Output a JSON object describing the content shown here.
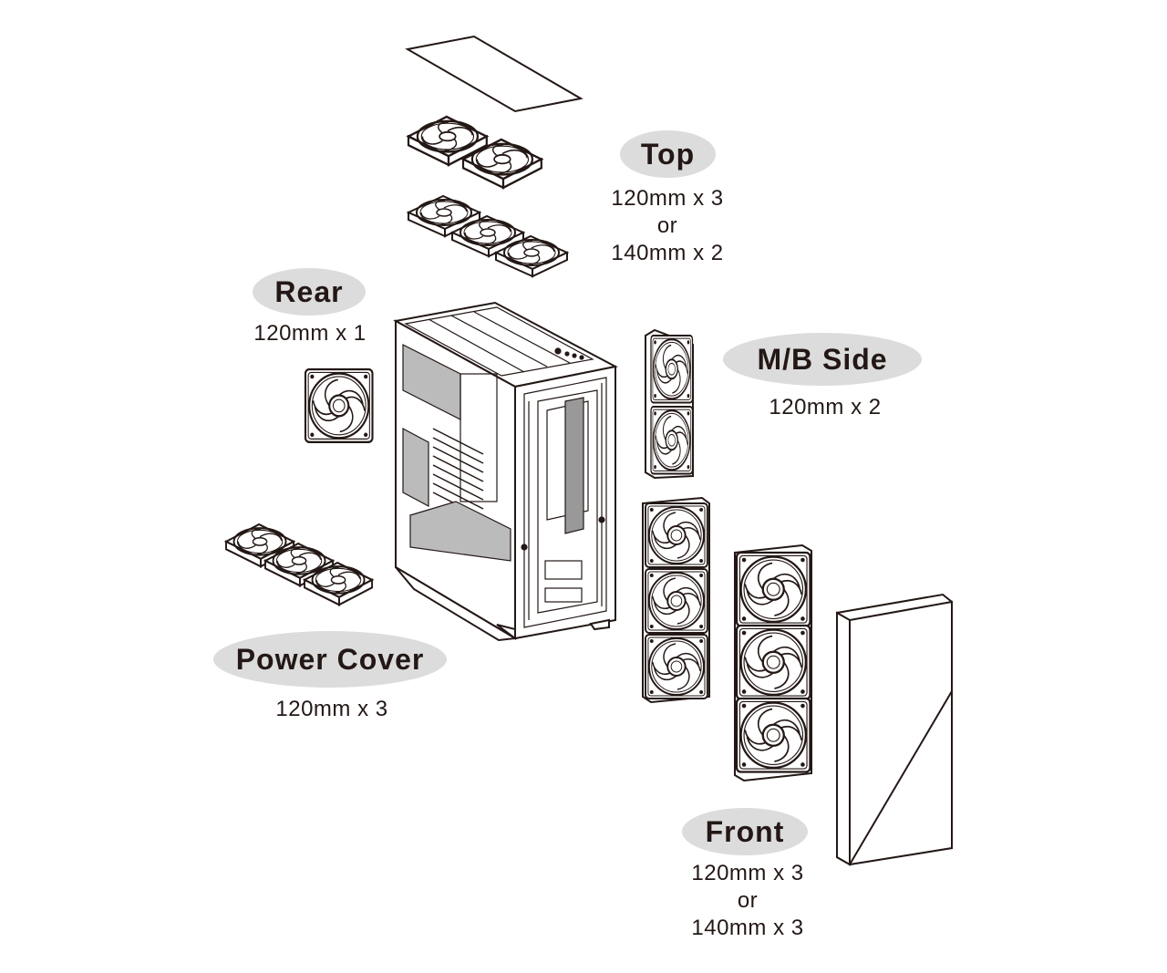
{
  "labels": {
    "top": {
      "title": "Top",
      "lines": [
        "120mm x 3",
        "or",
        "140mm x 2"
      ]
    },
    "rear": {
      "title": "Rear",
      "lines": [
        "120mm x 1"
      ]
    },
    "mb_side": {
      "title": "M/B Side",
      "lines": [
        "120mm x 2"
      ]
    },
    "power_cover": {
      "title": "Power Cover",
      "lines": [
        "120mm x 3"
      ]
    },
    "front": {
      "title": "Front",
      "lines": [
        "120mm x 3",
        "or",
        "140mm x 3"
      ]
    }
  },
  "colors": {
    "line": "#231815",
    "label_bg": "#dcdcdc",
    "background": "#ffffff"
  }
}
